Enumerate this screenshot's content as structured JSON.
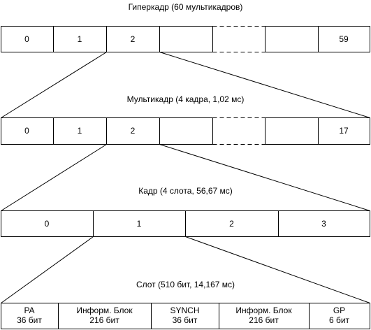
{
  "hyperframe": {
    "title": "Гиперкадр (60 мультикадров)",
    "cells": [
      "0",
      "1",
      "2",
      "",
      "",
      "",
      "59"
    ]
  },
  "multiframe": {
    "title": "Мультикадр (4 кадра, 1,02 мс)",
    "cells": [
      "0",
      "1",
      "2",
      "",
      "",
      "",
      "17"
    ]
  },
  "frame": {
    "title": "Кадр (4 слота, 56,67 мс)",
    "cells": [
      "0",
      "1",
      "2",
      "3"
    ]
  },
  "slot": {
    "title": "Слот (510 бит, 14,167 мс)",
    "cells": [
      {
        "name": "PA",
        "bits": "36 бит"
      },
      {
        "name": "Информ. Блок",
        "bits": "216 бит"
      },
      {
        "name": "SYNCH",
        "bits": "36 бит"
      },
      {
        "name": "Информ. Блок",
        "bits": "216 бит"
      },
      {
        "name": "GP",
        "bits": "6 бит"
      }
    ]
  }
}
